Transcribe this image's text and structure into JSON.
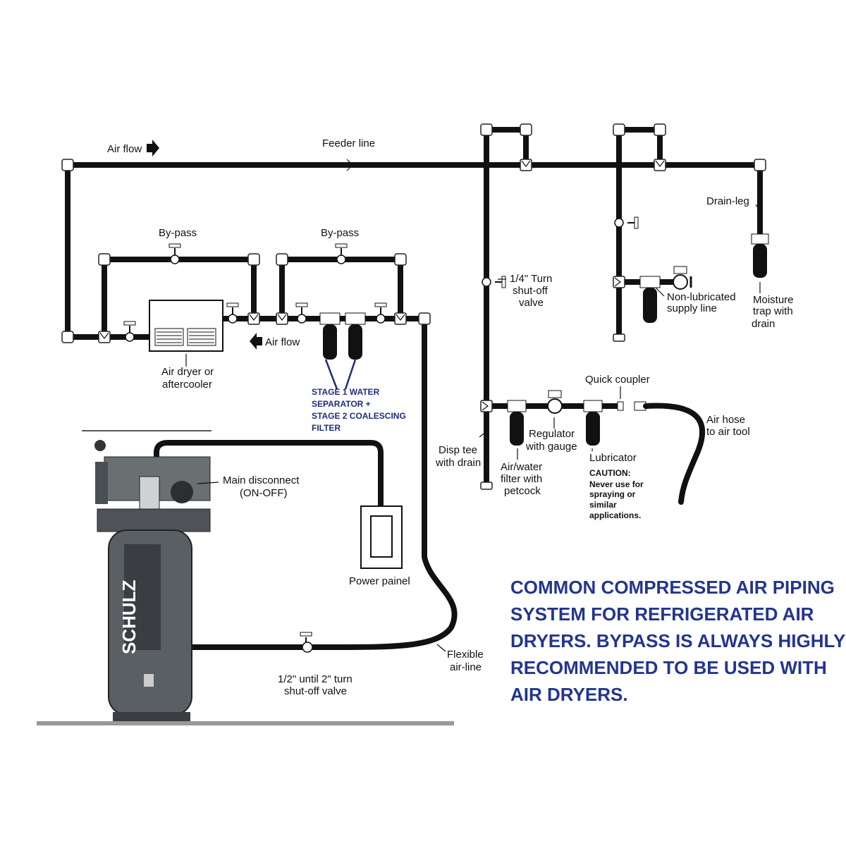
{
  "labels": {
    "air_flow_top": "Air flow",
    "feeder_line": "Feeder line",
    "bypass_left": "By-pass",
    "bypass_right": "By-pass",
    "air_flow_mid": "Air flow",
    "air_dryer_1": "Air dryer or",
    "air_dryer_2": "aftercooler",
    "stage_1": "STAGE 1 WATER",
    "stage_2": "SEPARATOR +",
    "stage_3": "STAGE 2 COALESCING",
    "stage_4": "FILTER",
    "quarter_turn_1": "1/4\" Turn",
    "quarter_turn_2": "shut-off",
    "quarter_turn_3": "valve",
    "drain_leg": "Drain-leg",
    "non_lub_1": "Non-lubricated",
    "non_lub_2": "supply line",
    "moisture_1": "Moisture",
    "moisture_2": "trap with",
    "moisture_3": "drain",
    "quick_coupler": "Quick coupler",
    "air_hose_1": "Air hose",
    "air_hose_2": "to air tool",
    "regulator_1": "Regulator",
    "regulator_2": "with gauge",
    "disp_tee_1": "Disp tee",
    "disp_tee_2": "with drain",
    "airwater_1": "Air/water",
    "airwater_2": "filter with",
    "airwater_3": "petcock",
    "lubricator": "Lubricator",
    "caution_1": "CAUTION:",
    "caution_2": "Never use for",
    "caution_3": "spraying or",
    "caution_4": "similar",
    "caution_5": "applications.",
    "main_disc_1": "Main disconnect",
    "main_disc_2": "(ON-OFF)",
    "power_panel": "Power painel",
    "flexible_1": "Flexible",
    "flexible_2": "air-line",
    "half_inch_1": "1/2\" until 2\" turn",
    "half_inch_2": "shut-off valve",
    "brand": "SCHULZ"
  },
  "caption": {
    "line1": "COMMON COMPRESSED AIR PIPING",
    "line2": "SYSTEM FOR REFRIGERATED AIR",
    "line3": "DRYERS. BYPASS IS ALWAYS HIGHLY",
    "line4": "RECOMMENDED TO BE USED WITH",
    "line5": "AIR DRYERS."
  },
  "colors": {
    "caption": "#23358f",
    "stage_label": "#1f2d7a",
    "pipe": "#111111",
    "tank": "#5a5f63"
  }
}
